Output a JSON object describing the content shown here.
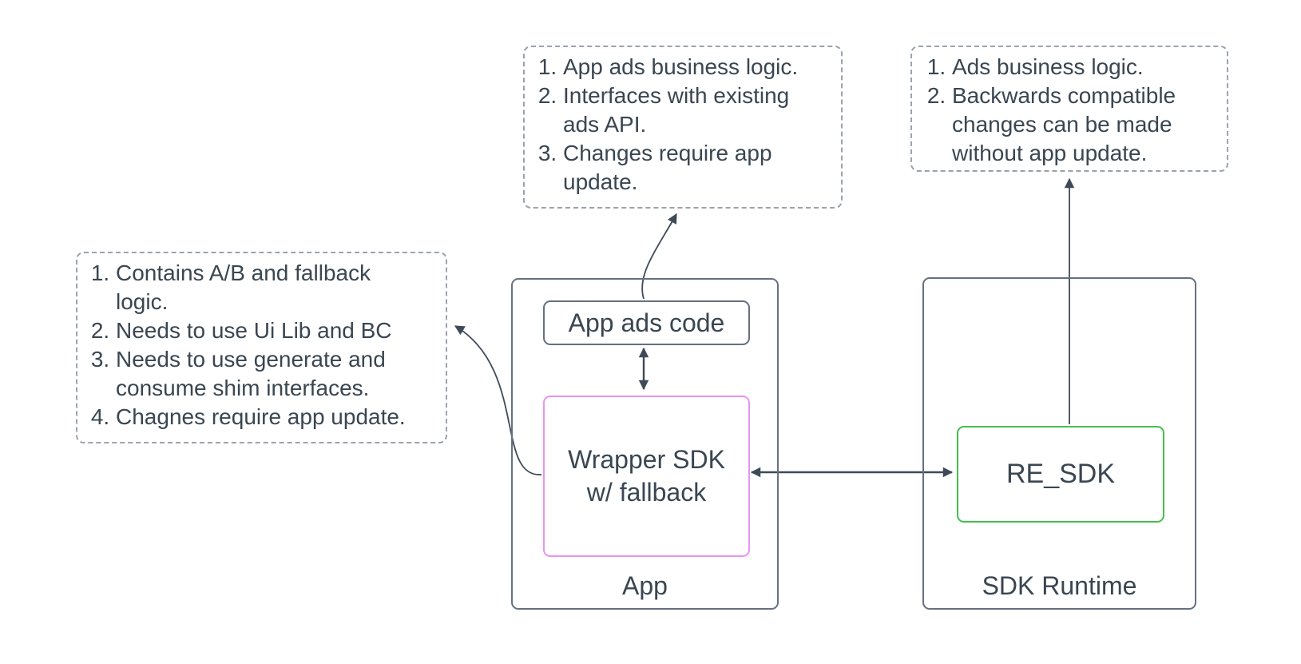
{
  "notes": {
    "wrapper_sdk_note": {
      "items": [
        "Contains A/B and fallback logic.",
        "Needs to use Ui Lib and BC",
        "Needs to use generate and consume shim interfaces.",
        "Chagnes require app update."
      ]
    },
    "app_ads_note": {
      "items": [
        "App ads business logic.",
        "Interfaces with existing ads API.",
        "Changes require app update."
      ]
    },
    "re_sdk_note": {
      "items": [
        "Ads business logic.",
        "Backwards compatible changes can be made without app update."
      ]
    }
  },
  "containers": {
    "app": {
      "label": "App"
    },
    "sdk_runtime": {
      "label": "SDK Runtime"
    }
  },
  "nodes": {
    "app_ads_code": {
      "label": "App ads code"
    },
    "wrapper_sdk": {
      "label": "Wrapper SDK w/ fallback"
    },
    "re_sdk": {
      "label": "RE_SDK"
    }
  },
  "colors": {
    "background": "#ffffff",
    "text": "#3a4651",
    "container_border": "#667080",
    "note_border": "#9ba3ad",
    "wrapper_sdk_border": "#e993f1",
    "re_sdk_border": "#45bf4f",
    "arrow": "#3f4a56"
  }
}
